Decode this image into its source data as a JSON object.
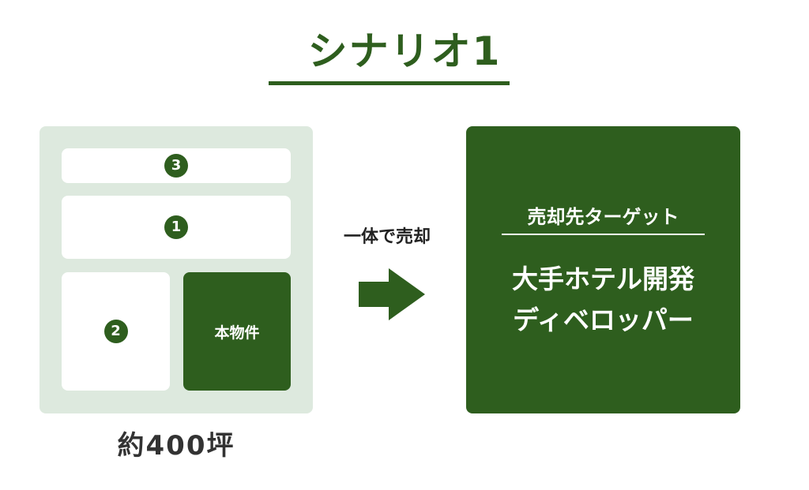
{
  "title": "シナリオ1",
  "left_panel": {
    "cells": [
      {
        "label": "3"
      },
      {
        "label": "1"
      },
      {
        "label": "2"
      }
    ],
    "subject_label": "本物件",
    "area_label": "約400坪"
  },
  "connector": {
    "label": "一体で売却",
    "icon": "right-arrow-icon"
  },
  "target": {
    "heading": "売却先ターゲット",
    "name_line1": "大手ホテル開発",
    "name_line2": "ディベロッパー"
  },
  "colors": {
    "primary_green": "#2e5e1e",
    "panel_bg": "#dde9de",
    "text_dark": "#333333"
  }
}
